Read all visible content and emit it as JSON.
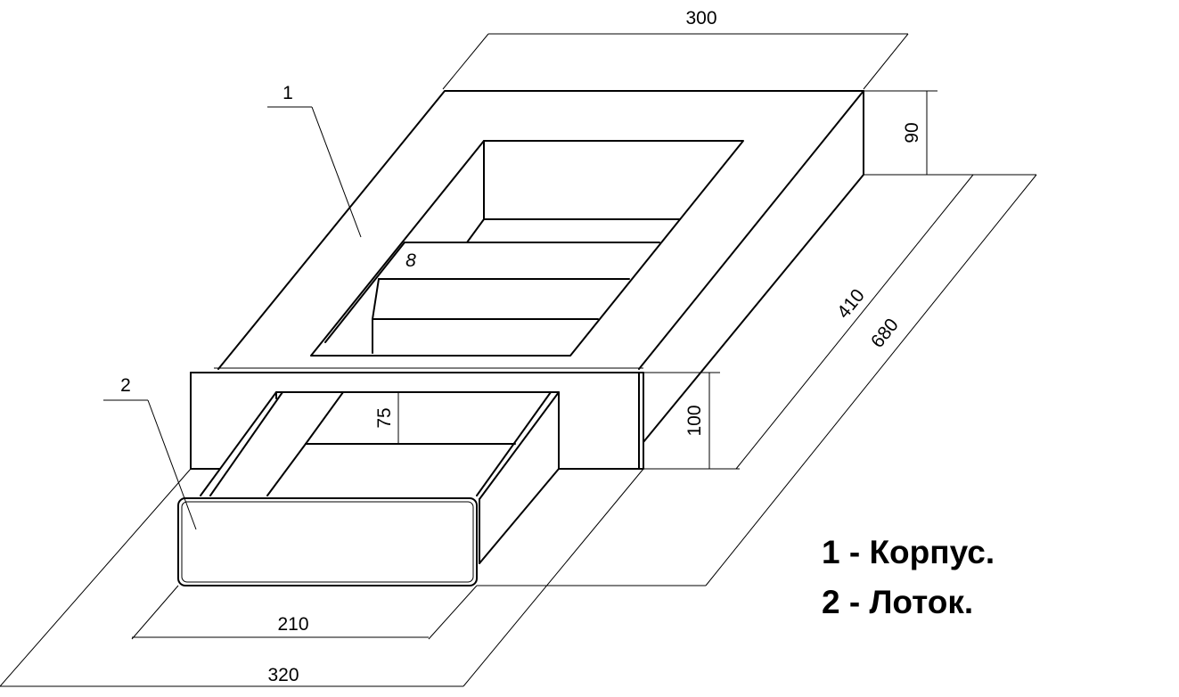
{
  "dimensions": {
    "top_width": "300",
    "height_top": "90",
    "depth_inner": "410",
    "depth_outer": "680",
    "height_front": "100",
    "tray_height": "75",
    "tray_width": "210",
    "base_width": "320"
  },
  "callouts": {
    "one": "1",
    "two": "2",
    "tiny_mark": "8"
  },
  "legend": [
    "1 - Корпус.",
    "2 - Лоток."
  ]
}
